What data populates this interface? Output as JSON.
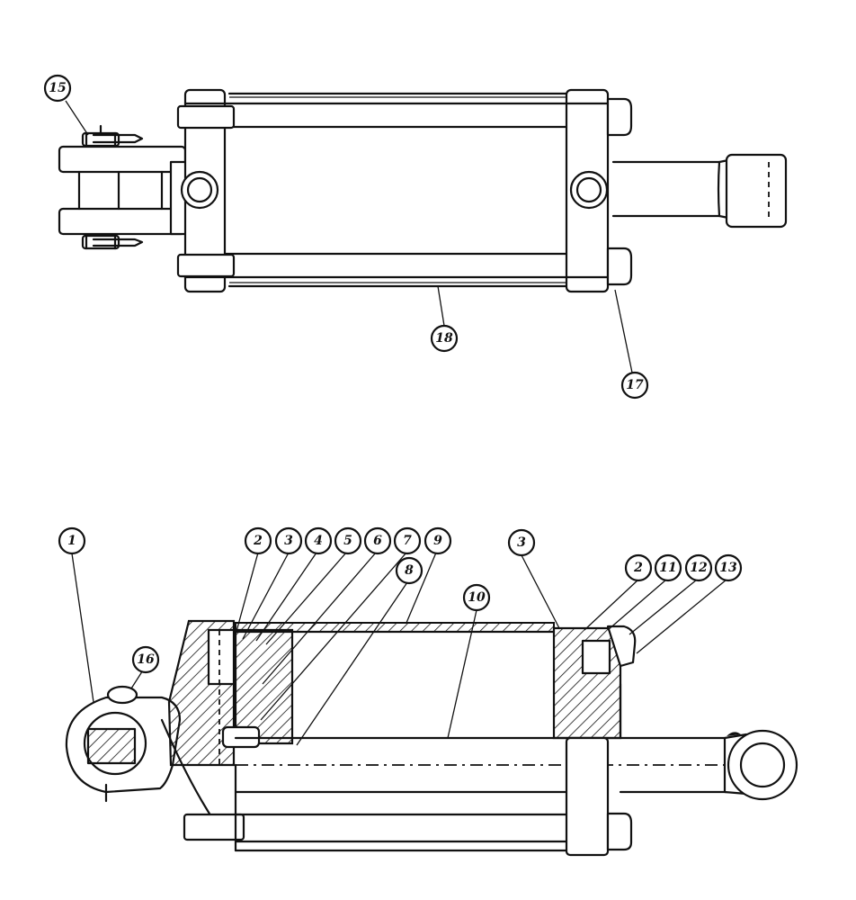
{
  "top_view": {
    "callouts": [
      {
        "id": "callout-15",
        "label": "15"
      },
      {
        "id": "callout-18",
        "label": "18"
      },
      {
        "id": "callout-17",
        "label": "17"
      }
    ]
  },
  "section_view": {
    "callouts": [
      {
        "id": "callout-1",
        "label": "1"
      },
      {
        "id": "callout-16",
        "label": "16"
      },
      {
        "id": "callout-2a",
        "label": "2"
      },
      {
        "id": "callout-3a",
        "label": "3"
      },
      {
        "id": "callout-4",
        "label": "4"
      },
      {
        "id": "callout-5",
        "label": "5"
      },
      {
        "id": "callout-6",
        "label": "6"
      },
      {
        "id": "callout-7",
        "label": "7"
      },
      {
        "id": "callout-9",
        "label": "9"
      },
      {
        "id": "callout-8",
        "label": "8"
      },
      {
        "id": "callout-10",
        "label": "10"
      },
      {
        "id": "callout-3b",
        "label": "3"
      },
      {
        "id": "callout-2b",
        "label": "2"
      },
      {
        "id": "callout-11",
        "label": "11"
      },
      {
        "id": "callout-12",
        "label": "12"
      },
      {
        "id": "callout-13",
        "label": "13"
      }
    ]
  }
}
